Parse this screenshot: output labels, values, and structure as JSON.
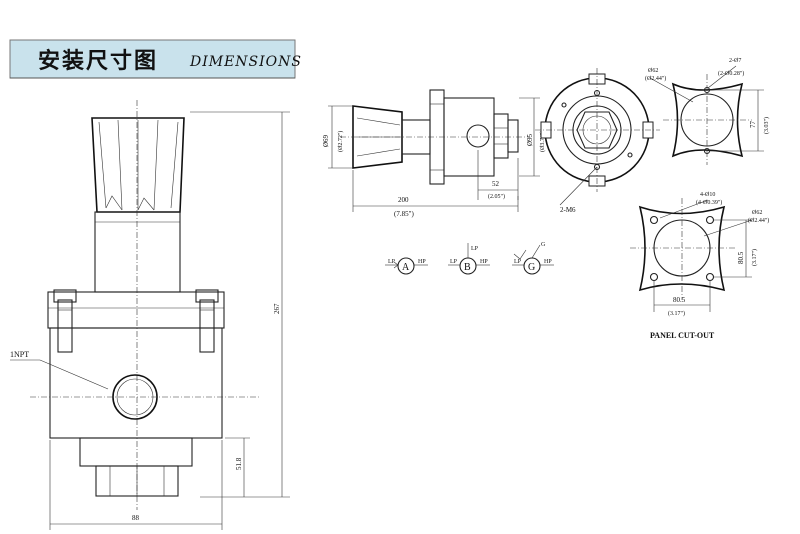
{
  "banner": {
    "title_cn": "安装尺寸图",
    "title_en": "DIMENSIONS",
    "bg_color": "#c9e2ec",
    "border_color": "#777777"
  },
  "front_view": {
    "port_label": "1NPT",
    "dim_height": "267",
    "dim_lower": "51.8",
    "dim_width": "88"
  },
  "side_view": {
    "dim_knob_dia": "Ø69",
    "dim_knob_dia_in": "(Ø2.72\")",
    "dim_length": "200",
    "dim_length_in": "(7.85\")",
    "dim_offset": "52",
    "dim_offset_in": "(2.05\")",
    "dim_body_dia": "Ø95",
    "dim_body_dia_in": "(Ø3.74\")"
  },
  "end_view": {
    "screw_label": "2-M6"
  },
  "top_cutout": {
    "dim_dia": "Ø62",
    "dim_dia_in": "(Ø2.44\")",
    "dim_holes": "2-Ø7",
    "dim_holes_in": "(2-Ø0.28\")",
    "dim_spacing": "77",
    "dim_spacing_in": "(3.03\")"
  },
  "panel_cutout": {
    "dim_holes": "4-Ø10",
    "dim_holes_in": "(4-Ø0.39\")",
    "dim_dia": "Ø62",
    "dim_dia_in": "(Ø2.44\")",
    "dim_height": "80.5",
    "dim_height_in": "(3.17\")",
    "dim_width": "80.5",
    "dim_width_in": "(3.17\")",
    "label": "PANEL CUT-OUT"
  },
  "flow_symbols": [
    {
      "letter": "A",
      "left": "LP",
      "right": "HP",
      "up": ""
    },
    {
      "letter": "B",
      "left": "LP",
      "right": "HP",
      "up": "LP"
    },
    {
      "letter": "G",
      "left": "LP",
      "right": "HP",
      "up": "G"
    }
  ]
}
